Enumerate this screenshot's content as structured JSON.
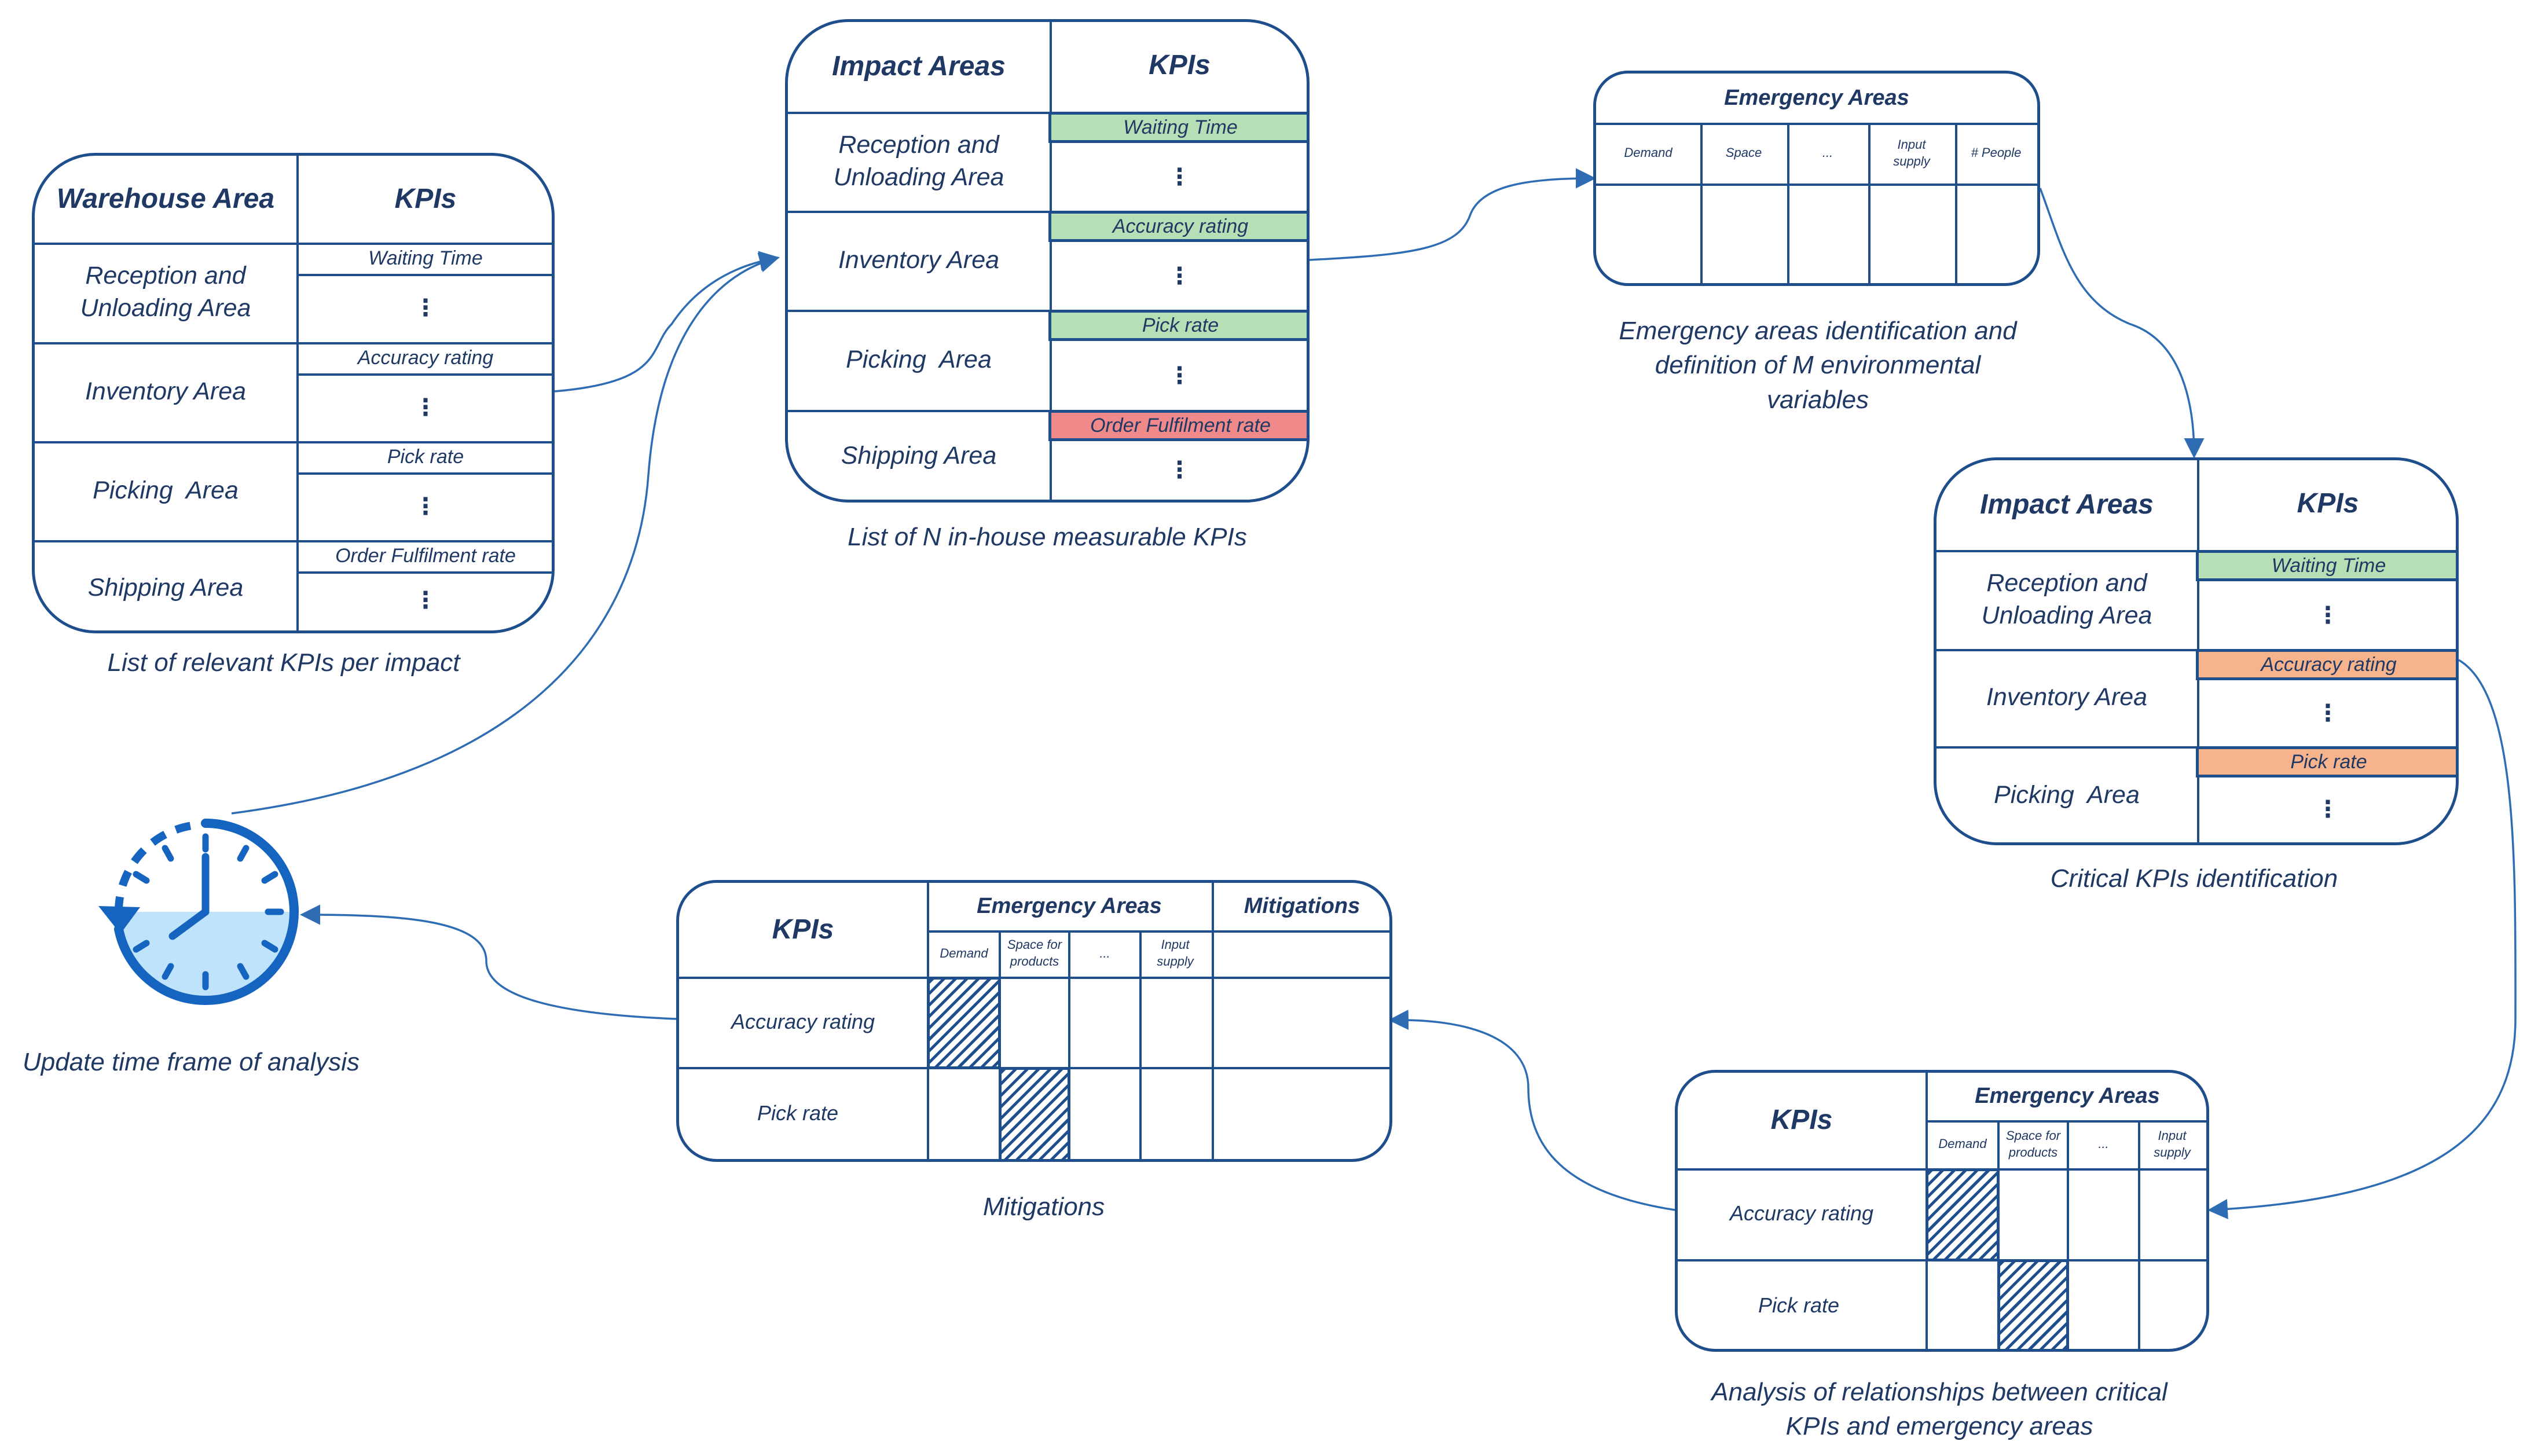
{
  "colors": {
    "border": "#1f4e8c",
    "text": "#1f3864",
    "green": "#b7dfb5",
    "red": "#f08a8a",
    "orange": "#f7b48c",
    "clock": "#1565c0",
    "clock_fill": "#bfe3fb"
  },
  "dots": "⋮",
  "ellipsis": "...",
  "panel1": {
    "col1_header": "Warehouse Area",
    "col2_header": "KPIs",
    "areas": [
      "Reception and Unloading Area",
      "Inventory Area",
      "Picking  Area",
      "Shipping Area"
    ],
    "kpis": [
      "Waiting Time",
      "Accuracy rating",
      "Pick rate",
      "Order Fulfilment rate"
    ],
    "caption": "List of relevant KPIs per impact"
  },
  "panel2": {
    "col1_header": "Impact Areas",
    "col2_header": "KPIs",
    "areas": [
      "Reception and Unloading Area",
      "Inventory Area",
      "Picking  Area",
      "Shipping Area"
    ],
    "kpis": [
      "Waiting Time",
      "Accuracy rating",
      "Pick rate",
      "Order Fulfilment rate"
    ],
    "kpi_colors": [
      "green",
      "green",
      "green",
      "red"
    ],
    "caption": "List of N in-house measurable KPIs"
  },
  "panel3": {
    "header": "Emergency Areas",
    "columns": [
      "Demand",
      "Space",
      "...",
      "Input supply",
      "# People"
    ],
    "caption": "Emergency areas identification and definition of M environmental variables"
  },
  "panel4": {
    "col1_header": "Impact Areas",
    "col2_header": "KPIs",
    "areas": [
      "Reception and Unloading Area",
      "Inventory Area",
      "Picking  Area"
    ],
    "kpis": [
      "Waiting Time",
      "Accuracy rating",
      "Pick rate"
    ],
    "kpi_colors": [
      "green",
      "orange",
      "orange"
    ],
    "caption": "Critical KPIs identification"
  },
  "panel5": {
    "kpi_header": "KPIs",
    "emergency_header": "Emergency Areas",
    "columns": [
      "Demand",
      "Space for products",
      "...",
      "Input supply"
    ],
    "rows": [
      "Accuracy rating",
      "Pick rate"
    ],
    "caption": "Analysis of relationships between critical KPIs and emergency areas"
  },
  "panel6": {
    "kpi_header": "KPIs",
    "emergency_header": "Emergency Areas",
    "mitigations_header": "Mitigations",
    "columns": [
      "Demand",
      "Space for products",
      "...",
      "Input supply"
    ],
    "rows": [
      "Accuracy rating",
      "Pick rate"
    ],
    "caption": "Mitigations"
  },
  "clock": {
    "icon": "clock-refresh-icon",
    "caption": "Update time frame of analysis"
  }
}
